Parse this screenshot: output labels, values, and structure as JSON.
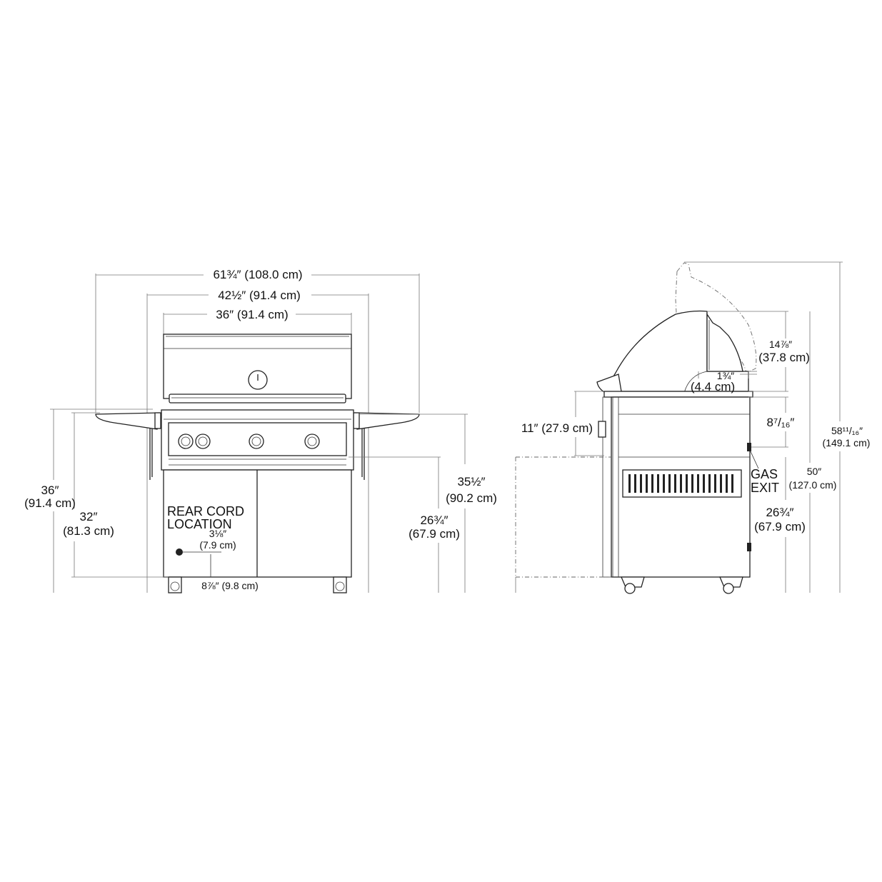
{
  "front_view": {
    "overall_width": "61¾″ (108.0 cm)",
    "hood_width": "42½″ (91.4 cm)",
    "grill_width": "36″  (91.4 cm)",
    "height_shelf_1": "36″",
    "height_shelf_2": "(91.4 cm)",
    "height_counter_1": "32″",
    "height_counter_2": "(81.3 cm)",
    "height_valve_1": "35½″",
    "height_valve_2": "(90.2 cm)",
    "height_cart_1": "26¾″",
    "height_cart_2": "(67.9 cm)",
    "rear_cord_1": "REAR CORD",
    "rear_cord_2": "LOCATION",
    "cord_height_1": "3⅛″",
    "cord_height_2": "(7.9 cm)",
    "cord_offset": "8⅞″ (9.8 cm)"
  },
  "side_view": {
    "hood_depth_1": "14⅞″",
    "hood_depth_2": "(37.8 cm)",
    "lip_1": "1¾″",
    "lip_2": "(4.4 cm)",
    "knob_height": "11″ (27.9 cm)",
    "panel_height": "8⁷/₁₆″",
    "gas_exit_1": "GAS",
    "gas_exit_2": "EXIT",
    "cart_height_1": "26¾″",
    "cart_height_2": "(67.9 cm)",
    "closed_height_1": "50″",
    "closed_height_2": "(127.0 cm)",
    "open_height_1": "58¹¹/₁₆″",
    "open_height_2": "(149.1 cm)"
  }
}
